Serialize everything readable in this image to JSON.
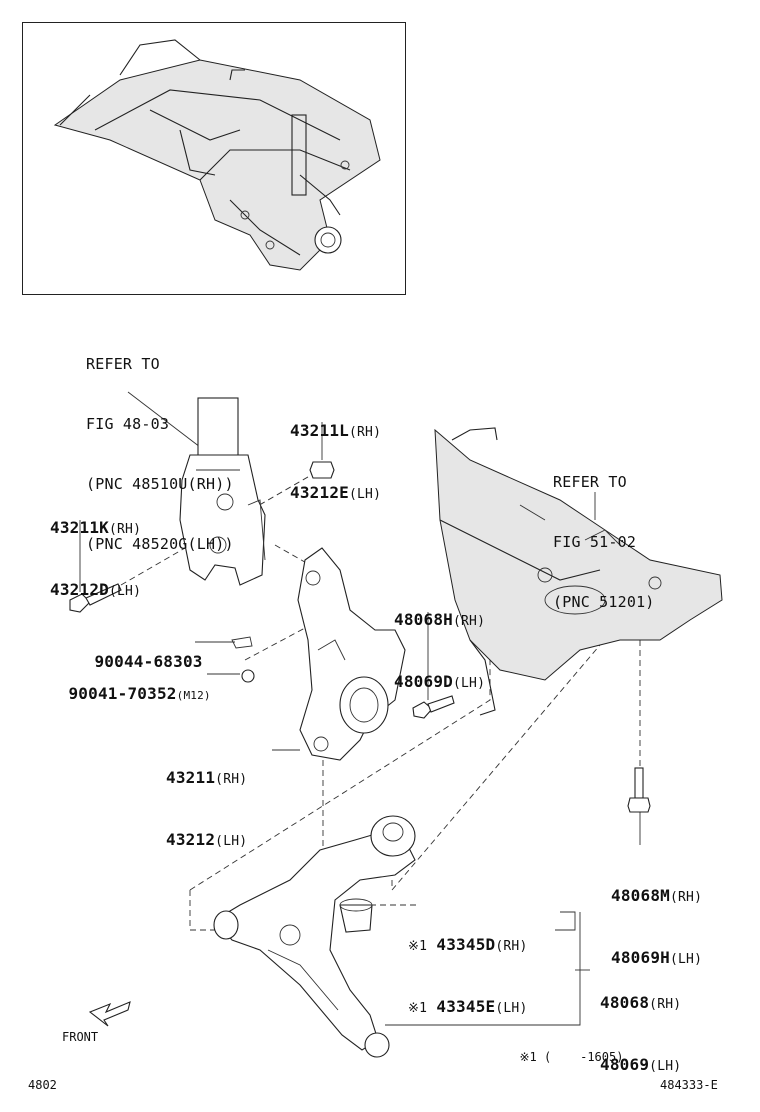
{
  "refer_strut": {
    "line1": "REFER TO",
    "line2": "FIG 48-03",
    "line3": "(PNC 48510U(RH))",
    "line4": "(PNC 48520G(LH))"
  },
  "refer_crossmember": {
    "line1": "REFER TO",
    "line2": "FIG 51-02",
    "line3": "(PNC 51201)"
  },
  "parts": {
    "nut_rh": "43211L",
    "nut_rh_side": "(RH)",
    "nut_lh": "43212E",
    "nut_lh_side": "(LH)",
    "bolt_rh": "43211K",
    "bolt_rh_side": "(RH)",
    "bolt_lh": "43212D",
    "bolt_lh_side": "(LH)",
    "pin": "90044-68303",
    "nut2": "90041-70352",
    "nut2_size": "(M12)",
    "knuckle_rh": "43211",
    "knuckle_rh_side": "(RH)",
    "knuckle_lh": "43212",
    "knuckle_lh_side": "(LH)",
    "frbolt_rh": "48068H",
    "frbolt_rh_side": "(RH)",
    "frbolt_lh": "48069D",
    "frbolt_lh_side": "(LH)",
    "rrbolt_rh": "48068M",
    "rrbolt_rh_side": "(RH)",
    "rrbolt_lh": "48069H",
    "rrbolt_lh_side": "(LH)",
    "bj_rh_mark": "※1",
    "bj_rh": "43345D",
    "bj_rh_side": "(RH)",
    "bj_lh_mark": "※1",
    "bj_lh": "43345E",
    "bj_lh_side": "(LH)",
    "arm_rh": "48068",
    "arm_rh_side": "(RH)",
    "arm_lh": "48069",
    "arm_lh_side": "(LH)"
  },
  "footnote": {
    "mark": "※1",
    "open": "(",
    "range": "-1605)"
  },
  "front_label": "FRONT",
  "fig_number": "4802",
  "drawing_number": "484333-E"
}
